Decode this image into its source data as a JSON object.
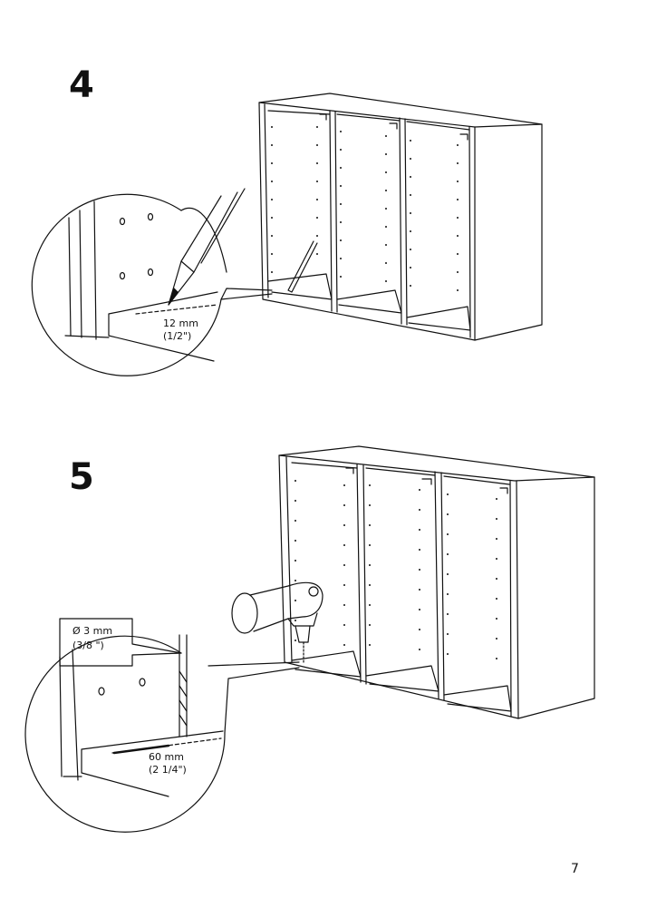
{
  "steps": [
    {
      "number": "4",
      "measurement_line1": "12 mm",
      "measurement_line2": "(1/2\")"
    },
    {
      "number": "5",
      "drill_bit_line1": "Ø 3 mm",
      "drill_bit_line2": "(3/8 \")",
      "measurement_line1": "60 mm",
      "measurement_line2": "(2 1/4\")"
    }
  ],
  "page_number": "7"
}
